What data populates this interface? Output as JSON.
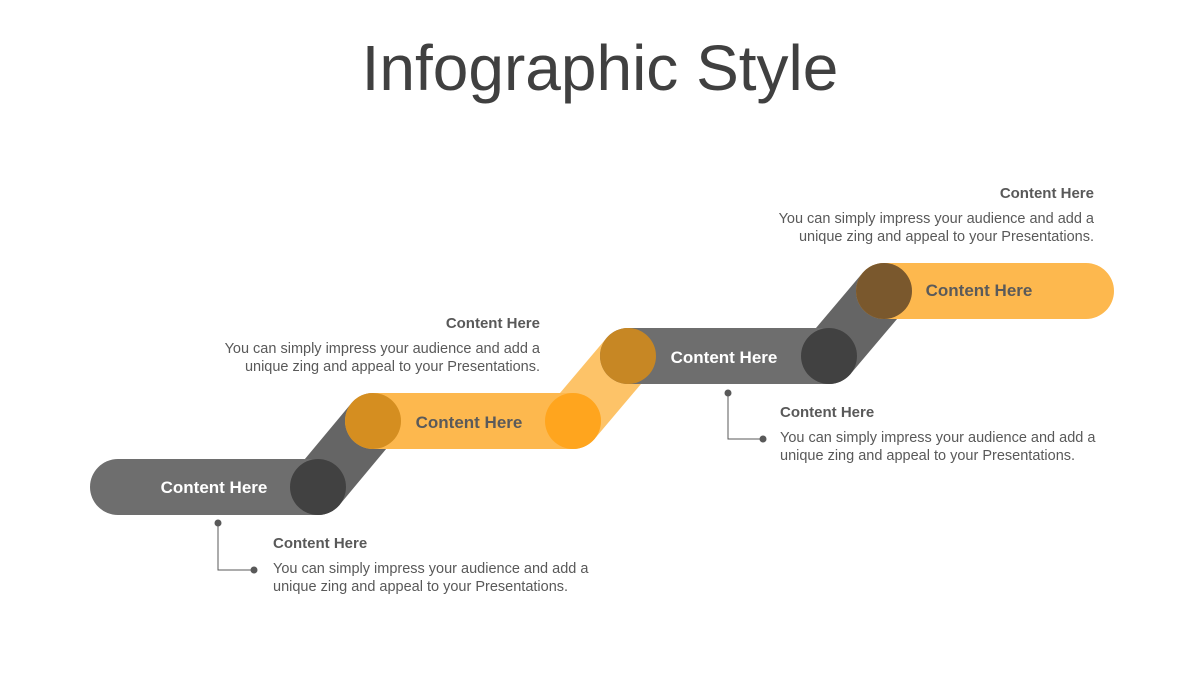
{
  "title": "Infographic Style",
  "colors": {
    "gray": "#6e6e6e",
    "orange": "#fdb84e"
  },
  "steps": [
    {
      "label": "Content  Here",
      "color": "gray"
    },
    {
      "label": "Content  Here",
      "color": "orange"
    },
    {
      "label": "Content  Here",
      "color": "gray"
    },
    {
      "label": "Content  Here",
      "color": "orange"
    }
  ],
  "notes": [
    {
      "heading": "Content  Here",
      "line1": "You can simply impress your audience and add a",
      "line2": "unique zing and appeal to your Presentations."
    },
    {
      "heading": "Content  Here",
      "line1": "You can simply impress your audience and add a",
      "line2": "unique zing and appeal to your Presentations."
    },
    {
      "heading": "Content  Here",
      "line1": "You can simply impress your audience and add a",
      "line2": "unique zing and appeal to your Presentations."
    },
    {
      "heading": "Content  Here",
      "line1": "You can simply impress your audience and add a",
      "line2": "unique zing and appeal to your Presentations."
    }
  ]
}
